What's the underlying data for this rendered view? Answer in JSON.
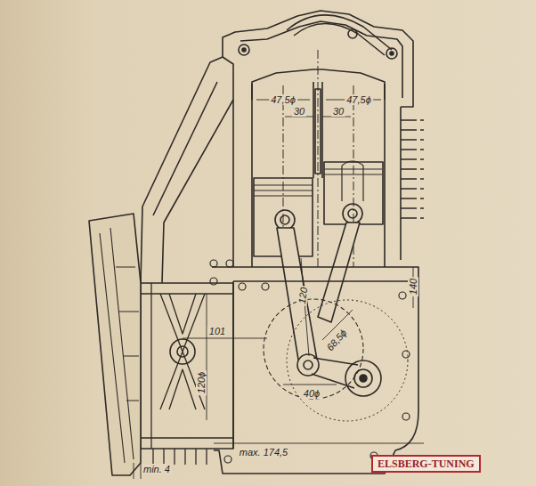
{
  "diagram": {
    "nodes": [
      {
        "text": [
          "ELSBERG-TUNING"
        ]
      }
    ],
    "labels": [
      "47,5ϕ",
      "30",
      "30",
      "47,5ϕ",
      "120",
      "140",
      "68,5ϕ",
      "40ϕ",
      "101",
      "120ϕ",
      "min. 4",
      "max. 174,5"
    ]
  }
}
